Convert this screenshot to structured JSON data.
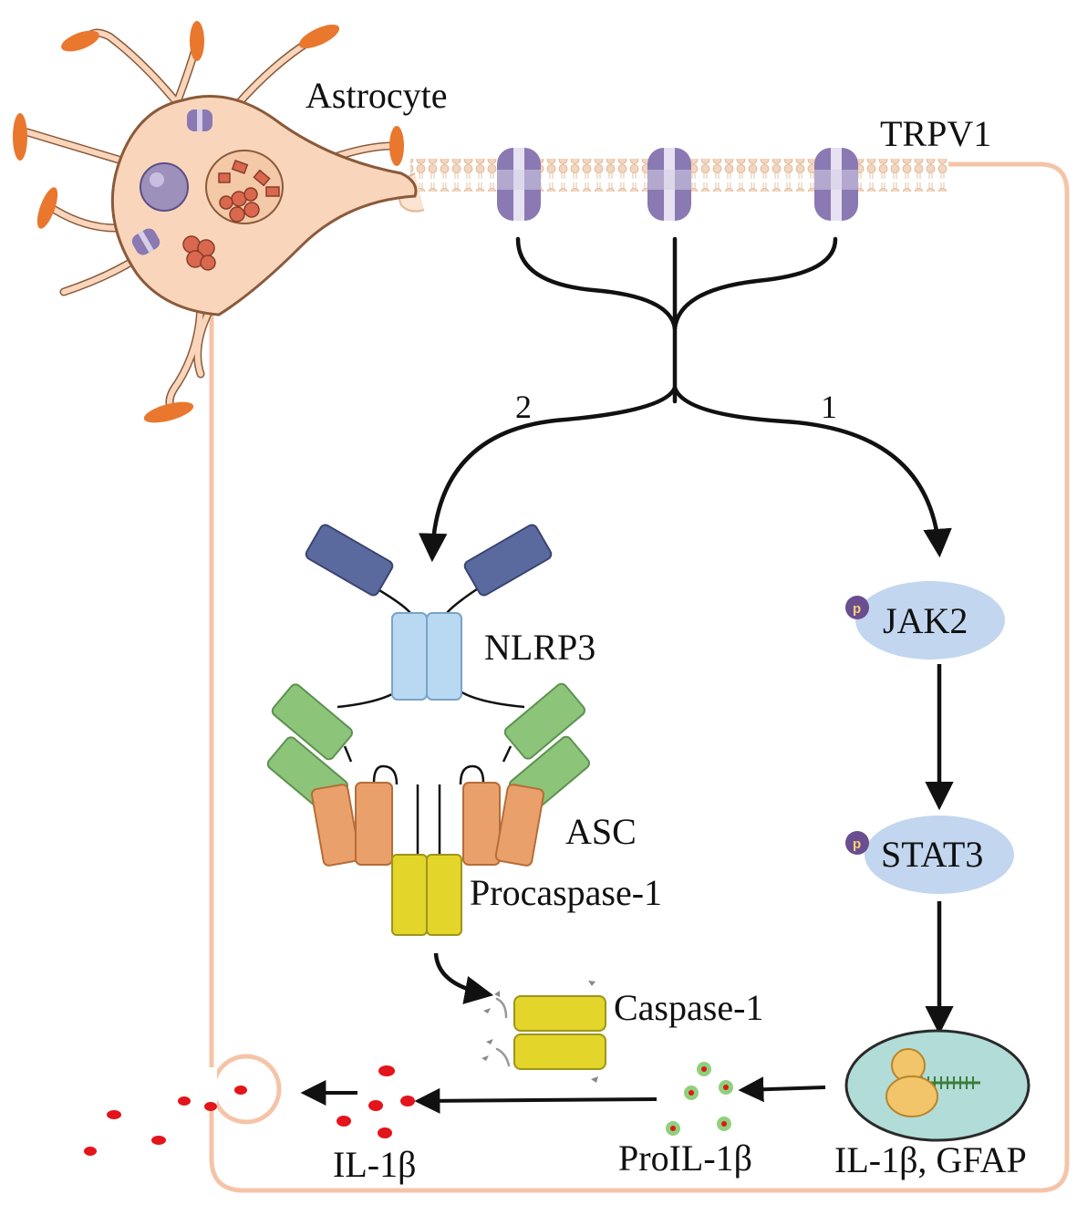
{
  "labels": {
    "astrocyte": "Astrocyte",
    "trpv1": "TRPV1",
    "path2": "2",
    "path1": "1",
    "nlrp3": "NLRP3",
    "asc": "ASC",
    "procaspase": "Procaspase-1",
    "caspase": "Caspase-1",
    "jak2": "JAK2",
    "stat3": "STAT3",
    "phospho": "p",
    "genes": "IL-1β, GFAP",
    "proil1b": "ProIL-1β",
    "il1b": "IL-1β"
  },
  "colors": {
    "cell_border": "#f5c4a8",
    "astrocyte_body": "#f9d5bb",
    "astrocyte_outline": "#8a5a3a",
    "endfoot": "#e9772e",
    "channel": "#8a79b2",
    "nlrp3_head": "#5a6a9e",
    "nlrp3_nacht": "#b9d8f2",
    "asc_green": "#8cc47a",
    "pyd_orange": "#e9a06b",
    "procaspase_yellow": "#e3d52a",
    "kinase_oval": "#c2d6ef",
    "phospho_dot": "#6b4e8f",
    "nucleus": "#b2dcd8",
    "il1b_red": "#e3141b",
    "proil1b_green": "#8fd07d"
  }
}
